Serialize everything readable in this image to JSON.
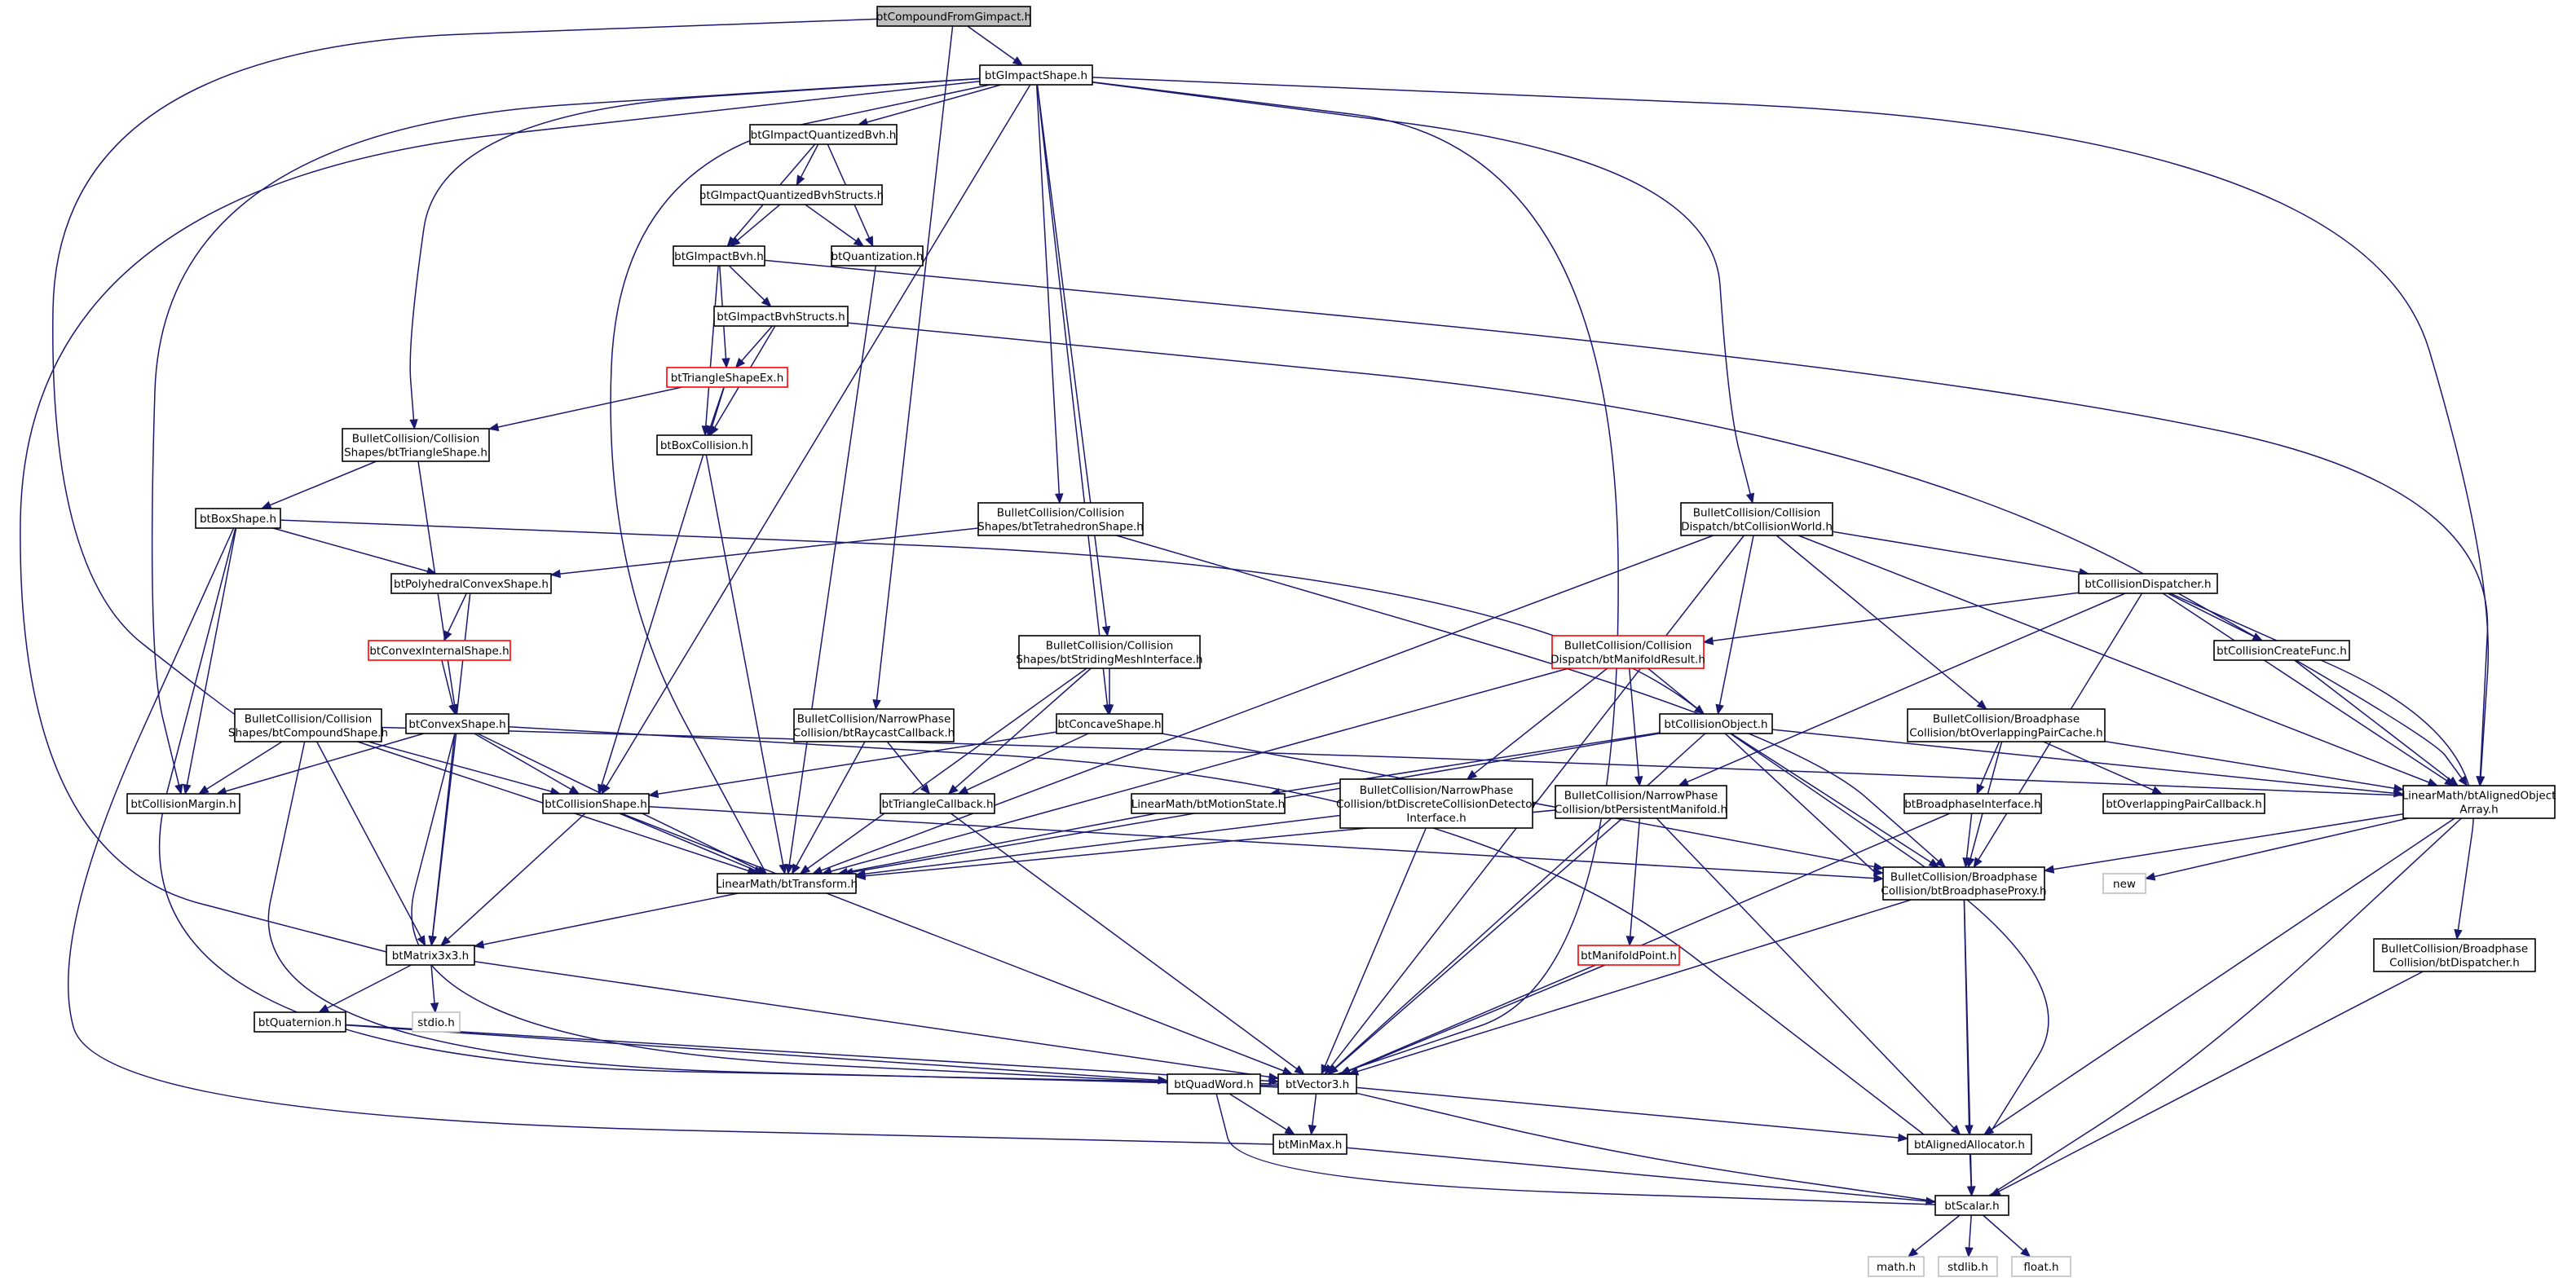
{
  "colors": {
    "edge": "#191970",
    "node_border": "#000000",
    "node_border_red": "#ff0000",
    "node_border_missing": "#bfbfbf",
    "root_fill": "#bfbfbf",
    "node_fill": "#ffffff"
  },
  "nodes": {
    "root": {
      "lines": [
        "btCompoundFromGimpact.h"
      ],
      "style": "root"
    },
    "gimpactShape": {
      "lines": [
        "btGImpactShape.h"
      ],
      "style": "normal"
    },
    "quantizedBvh": {
      "lines": [
        "btGImpactQuantizedBvh.h"
      ],
      "style": "normal"
    },
    "quantizedBvhStructs": {
      "lines": [
        "btGImpactQuantizedBvhStructs.h"
      ],
      "style": "normal"
    },
    "gimpactBvh": {
      "lines": [
        "btGImpactBvh.h"
      ],
      "style": "normal"
    },
    "quantization": {
      "lines": [
        "btQuantization.h"
      ],
      "style": "normal"
    },
    "gimpactBvhStructs": {
      "lines": [
        "btGImpactBvhStructs.h"
      ],
      "style": "normal"
    },
    "triangleShapeEx": {
      "lines": [
        "btTriangleShapeEx.h"
      ],
      "style": "red"
    },
    "triangleShape": {
      "lines": [
        "BulletCollision/Collision",
        "Shapes/btTriangleShape.h"
      ],
      "style": "normal"
    },
    "boxCollision": {
      "lines": [
        "btBoxCollision.h"
      ],
      "style": "normal"
    },
    "boxShape": {
      "lines": [
        "btBoxShape.h"
      ],
      "style": "normal"
    },
    "tetrahedronShape": {
      "lines": [
        "BulletCollision/Collision",
        "Shapes/btTetrahedronShape.h"
      ],
      "style": "normal"
    },
    "collisionWorld": {
      "lines": [
        "BulletCollision/Collision",
        "Dispatch/btCollisionWorld.h"
      ],
      "style": "normal"
    },
    "polyhedralConvex": {
      "lines": [
        "btPolyhedralConvexShape.h"
      ],
      "style": "normal"
    },
    "collisionDispatcher": {
      "lines": [
        "btCollisionDispatcher.h"
      ],
      "style": "normal"
    },
    "convexInternal": {
      "lines": [
        "btConvexInternalShape.h"
      ],
      "style": "red"
    },
    "stridingMesh": {
      "lines": [
        "BulletCollision/Collision",
        "Shapes/btStridingMeshInterface.h"
      ],
      "style": "normal"
    },
    "manifoldResult": {
      "lines": [
        "BulletCollision/Collision",
        "Dispatch/btManifoldResult.h"
      ],
      "style": "red"
    },
    "createFunc": {
      "lines": [
        "btCollisionCreateFunc.h"
      ],
      "style": "normal"
    },
    "compoundShape": {
      "lines": [
        "BulletCollision/Collision",
        "Shapes/btCompoundShape.h"
      ],
      "style": "normal"
    },
    "convexShape": {
      "lines": [
        "btConvexShape.h"
      ],
      "style": "normal"
    },
    "raycastCallback": {
      "lines": [
        "BulletCollision/NarrowPhase",
        "Collision/btRaycastCallback.h"
      ],
      "style": "normal"
    },
    "concaveShape": {
      "lines": [
        "btConcaveShape.h"
      ],
      "style": "normal"
    },
    "collisionObject": {
      "lines": [
        "btCollisionObject.h"
      ],
      "style": "normal"
    },
    "overlappingPairCache": {
      "lines": [
        "BulletCollision/Broadphase",
        "Collision/btOverlappingPairCache.h"
      ],
      "style": "normal"
    },
    "collisionMargin": {
      "lines": [
        "btCollisionMargin.h"
      ],
      "style": "normal"
    },
    "collisionShape": {
      "lines": [
        "btCollisionShape.h"
      ],
      "style": "normal"
    },
    "triangleCallback": {
      "lines": [
        "btTriangleCallback.h"
      ],
      "style": "normal"
    },
    "motionState": {
      "lines": [
        "LinearMath/btMotionState.h"
      ],
      "style": "normal"
    },
    "discreteDetector": {
      "lines": [
        "BulletCollision/NarrowPhase",
        "Collision/btDiscreteCollisionDetector",
        "Interface.h"
      ],
      "style": "normal"
    },
    "persistentManifold": {
      "lines": [
        "BulletCollision/NarrowPhase",
        "Collision/btPersistentManifold.h"
      ],
      "style": "normal"
    },
    "broadphaseInterface": {
      "lines": [
        "btBroadphaseInterface.h"
      ],
      "style": "normal"
    },
    "overlappingPairCallback": {
      "lines": [
        "btOverlappingPairCallback.h"
      ],
      "style": "normal"
    },
    "alignedObjectArray": {
      "lines": [
        "LinearMath/btAlignedObject",
        "Array.h"
      ],
      "style": "normal"
    },
    "transform": {
      "lines": [
        "LinearMath/btTransform.h"
      ],
      "style": "normal"
    },
    "broadphaseProxy": {
      "lines": [
        "BulletCollision/Broadphase",
        "Collision/btBroadphaseProxy.h"
      ],
      "style": "normal"
    },
    "new": {
      "lines": [
        "new"
      ],
      "style": "missing"
    },
    "matrix3x3": {
      "lines": [
        "btMatrix3x3.h"
      ],
      "style": "normal"
    },
    "manifoldPoint": {
      "lines": [
        "btManifoldPoint.h"
      ],
      "style": "red"
    },
    "dispatcher": {
      "lines": [
        "BulletCollision/Broadphase",
        "Collision/btDispatcher.h"
      ],
      "style": "normal"
    },
    "stdio": {
      "lines": [
        "stdio.h"
      ],
      "style": "missing"
    },
    "quaternion": {
      "lines": [
        "btQuaternion.h"
      ],
      "style": "normal"
    },
    "quadWord": {
      "lines": [
        "btQuadWord.h"
      ],
      "style": "normal"
    },
    "vector3": {
      "lines": [
        "btVector3.h"
      ],
      "style": "normal"
    },
    "minMax": {
      "lines": [
        "btMinMax.h"
      ],
      "style": "normal"
    },
    "alignedAllocator": {
      "lines": [
        "btAlignedAllocator.h"
      ],
      "style": "normal"
    },
    "scalar": {
      "lines": [
        "btScalar.h"
      ],
      "style": "normal"
    },
    "math": {
      "lines": [
        "math.h"
      ],
      "style": "missing"
    },
    "stdlib": {
      "lines": [
        "stdlib.h"
      ],
      "style": "missing"
    },
    "float": {
      "lines": [
        "float.h"
      ],
      "style": "missing"
    }
  },
  "edges": [
    [
      "root",
      "gimpactShape"
    ],
    [
      "root",
      "compoundShape"
    ],
    [
      "root",
      "raycastCallback"
    ],
    [
      "gimpactShape",
      "quantizedBvh"
    ],
    [
      "gimpactShape",
      "triangleShape"
    ],
    [
      "gimpactShape",
      "collisionMargin"
    ],
    [
      "gimpactShape",
      "matrix3x3"
    ],
    [
      "gimpactShape",
      "transform"
    ],
    [
      "gimpactShape",
      "collisionShape"
    ],
    [
      "gimpactShape",
      "tetrahedronShape"
    ],
    [
      "gimpactShape",
      "stridingMesh"
    ],
    [
      "gimpactShape",
      "concaveShape"
    ],
    [
      "gimpactShape",
      "vector3"
    ],
    [
      "gimpactShape",
      "collisionWorld"
    ],
    [
      "gimpactShape",
      "alignedObjectArray"
    ],
    [
      "quantizedBvh",
      "quantizedBvhStructs"
    ],
    [
      "quantizedBvh",
      "gimpactBvh"
    ],
    [
      "quantizedBvh",
      "quantization"
    ],
    [
      "quantizedBvhStructs",
      "gimpactBvh"
    ],
    [
      "quantizedBvhStructs",
      "quantization"
    ],
    [
      "gimpactBvh",
      "gimpactBvhStructs"
    ],
    [
      "gimpactBvh",
      "triangleShapeEx"
    ],
    [
      "gimpactBvh",
      "boxCollision"
    ],
    [
      "gimpactBvh",
      "alignedObjectArray"
    ],
    [
      "quantization",
      "transform"
    ],
    [
      "gimpactBvhStructs",
      "triangleShapeEx"
    ],
    [
      "gimpactBvhStructs",
      "boxCollision"
    ],
    [
      "gimpactBvhStructs",
      "alignedObjectArray"
    ],
    [
      "triangleShapeEx",
      "boxCollision"
    ],
    [
      "triangleShapeEx",
      "triangleShape"
    ],
    [
      "triangleShapeEx",
      "collisionShape"
    ],
    [
      "boxCollision",
      "transform"
    ],
    [
      "triangleShape",
      "boxShape"
    ],
    [
      "triangleShape",
      "convexShape"
    ],
    [
      "boxShape",
      "polyhedralConvex"
    ],
    [
      "boxShape",
      "collisionMargin"
    ],
    [
      "boxShape",
      "vector3"
    ],
    [
      "boxShape",
      "minMax"
    ],
    [
      "boxShape",
      "broadphaseProxy"
    ],
    [
      "tetrahedronShape",
      "polyhedralConvex"
    ],
    [
      "tetrahedronShape",
      "broadphaseProxy"
    ],
    [
      "polyhedralConvex",
      "convexInternal"
    ],
    [
      "polyhedralConvex",
      "matrix3x3"
    ],
    [
      "convexInternal",
      "convexShape"
    ],
    [
      "convexShape",
      "collisionShape"
    ],
    [
      "convexShape",
      "collisionMargin"
    ],
    [
      "convexShape",
      "transform"
    ],
    [
      "convexShape",
      "matrix3x3"
    ],
    [
      "convexShape",
      "vector3"
    ],
    [
      "convexShape",
      "alignedAllocator"
    ],
    [
      "compoundShape",
      "collisionMargin"
    ],
    [
      "compoundShape",
      "collisionShape"
    ],
    [
      "compoundShape",
      "transform"
    ],
    [
      "compoundShape",
      "matrix3x3"
    ],
    [
      "compoundShape",
      "vector3"
    ],
    [
      "compoundShape",
      "alignedObjectArray"
    ],
    [
      "collisionShape",
      "transform"
    ],
    [
      "collisionShape",
      "matrix3x3"
    ],
    [
      "collisionShape",
      "vector3"
    ],
    [
      "collisionShape",
      "broadphaseProxy"
    ],
    [
      "stridingMesh",
      "triangleCallback"
    ],
    [
      "stridingMesh",
      "concaveShape"
    ],
    [
      "stridingMesh",
      "transform"
    ],
    [
      "raycastCallback",
      "triangleCallback"
    ],
    [
      "raycastCallback",
      "transform"
    ],
    [
      "concaveShape",
      "collisionShape"
    ],
    [
      "concaveShape",
      "triangleCallback"
    ],
    [
      "concaveShape",
      "broadphaseProxy"
    ],
    [
      "triangleCallback",
      "vector3"
    ],
    [
      "collisionWorld",
      "collisionDispatcher"
    ],
    [
      "collisionWorld",
      "collisionObject"
    ],
    [
      "collisionWorld",
      "overlappingPairCache"
    ],
    [
      "collisionWorld",
      "transform"
    ],
    [
      "collisionWorld",
      "vector3"
    ],
    [
      "collisionWorld",
      "alignedObjectArray"
    ],
    [
      "collisionDispatcher",
      "manifoldResult"
    ],
    [
      "collisionDispatcher",
      "createFunc"
    ],
    [
      "collisionDispatcher",
      "persistentManifold"
    ],
    [
      "collisionDispatcher",
      "broadphaseProxy"
    ],
    [
      "collisionDispatcher",
      "dispatcher"
    ],
    [
      "collisionDispatcher",
      "alignedObjectArray"
    ],
    [
      "manifoldResult",
      "collisionObject"
    ],
    [
      "manifoldResult",
      "discreteDetector"
    ],
    [
      "manifoldResult",
      "persistentManifold"
    ],
    [
      "manifoldResult",
      "transform"
    ],
    [
      "collisionObject",
      "motionState"
    ],
    [
      "collisionObject",
      "transform"
    ],
    [
      "collisionObject",
      "alignedObjectArray"
    ],
    [
      "collisionObject",
      "broadphaseProxy"
    ],
    [
      "collisionObject",
      "vector3"
    ],
    [
      "collisionObject",
      "alignedAllocator"
    ],
    [
      "motionState",
      "transform"
    ],
    [
      "discreteDetector",
      "transform"
    ],
    [
      "discreteDetector",
      "vector3"
    ],
    [
      "persistentManifold",
      "manifoldPoint"
    ],
    [
      "persistentManifold",
      "transform"
    ],
    [
      "persistentManifold",
      "vector3"
    ],
    [
      "persistentManifold",
      "alignedAllocator"
    ],
    [
      "manifoldPoint",
      "vector3"
    ],
    [
      "createFunc",
      "alignedObjectArray"
    ],
    [
      "overlappingPairCache",
      "broadphaseInterface"
    ],
    [
      "overlappingPairCache",
      "overlappingPairCallback"
    ],
    [
      "overlappingPairCache",
      "broadphaseProxy"
    ],
    [
      "overlappingPairCache",
      "alignedObjectArray"
    ],
    [
      "broadphaseInterface",
      "broadphaseProxy"
    ],
    [
      "broadphaseInterface",
      "vector3"
    ],
    [
      "alignedObjectArray",
      "alignedAllocator"
    ],
    [
      "alignedObjectArray",
      "new"
    ],
    [
      "alignedObjectArray",
      "scalar"
    ],
    [
      "alignedObjectArray",
      "broadphaseProxy"
    ],
    [
      "broadphaseProxy",
      "vector3"
    ],
    [
      "broadphaseProxy",
      "alignedAllocator"
    ],
    [
      "broadphaseProxy",
      "scalar"
    ],
    [
      "transform",
      "matrix3x3"
    ],
    [
      "matrix3x3",
      "quaternion"
    ],
    [
      "matrix3x3",
      "stdio"
    ],
    [
      "matrix3x3",
      "vector3"
    ],
    [
      "quaternion",
      "quadWord"
    ],
    [
      "quaternion",
      "vector3"
    ],
    [
      "quadWord",
      "minMax"
    ],
    [
      "quadWord",
      "scalar"
    ],
    [
      "vector3",
      "minMax"
    ],
    [
      "vector3",
      "alignedAllocator"
    ],
    [
      "vector3",
      "scalar"
    ],
    [
      "minMax",
      "scalar"
    ],
    [
      "alignedAllocator",
      "scalar"
    ],
    [
      "dispatcher",
      "scalar"
    ],
    [
      "scalar",
      "math"
    ],
    [
      "scalar",
      "stdlib"
    ],
    [
      "scalar",
      "float"
    ]
  ]
}
